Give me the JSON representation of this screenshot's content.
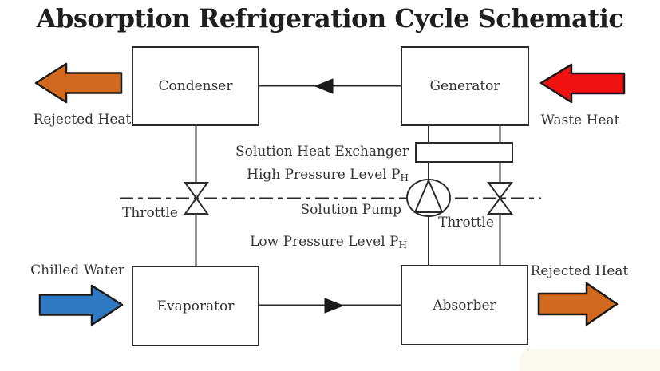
{
  "title": "Absorption Refrigeration Cycle Schematic",
  "components": {
    "condenser": "Condenser",
    "generator": "Generator",
    "evaporator": "Evaporator",
    "absorber": "Absorber",
    "heat_exchanger": "Solution Heat Exchanger",
    "pump": "Solution Pump",
    "throttle_left": "Throttle",
    "throttle_right": "Throttle"
  },
  "pressure_levels": {
    "high": "High Pressure Level P",
    "low": "Low Pressure Level P",
    "subscript": "H"
  },
  "flows": {
    "rejected_heat_top": "Rejected Heat",
    "waste_heat": "Waste Heat",
    "chilled_water": "Chilled Water",
    "rejected_heat_bottom": "Rejected Heat"
  },
  "colors": {
    "rejected_heat_arrow": "#d2691e",
    "waste_heat_arrow": "#f01111",
    "chilled_water_arrow": "#2e79c2",
    "line": "#2b2b2b",
    "text": "#333333"
  },
  "symbols": {
    "pump_icon": "circle-with-inscribed-triangle",
    "throttle_icon": "bowtie-valve",
    "flow_direction_icon": "solid-triangle-arrowhead",
    "heat_flow_icon": "block-arrow"
  }
}
